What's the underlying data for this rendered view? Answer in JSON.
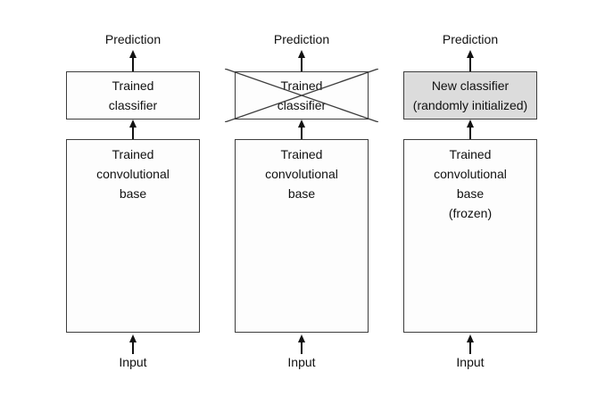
{
  "diagram": {
    "description": "Transfer learning with a pretrained convolutional base: swapping the trained classifier for a new randomly initialized classifier while keeping the convolutional base frozen",
    "columns": [
      {
        "prediction_label": "Prediction",
        "top_box": {
          "label_lines": [
            "Trained",
            "classifier"
          ],
          "crossed_out": false,
          "fill": "#fdfdfd"
        },
        "bottom_box": {
          "label_lines": [
            "Trained",
            "convolutional",
            "base"
          ]
        },
        "input_label": "Input"
      },
      {
        "prediction_label": "Prediction",
        "top_box": {
          "label_lines": [
            "Trained",
            "classifier"
          ],
          "crossed_out": true,
          "fill": "#fdfdfd"
        },
        "bottom_box": {
          "label_lines": [
            "Trained",
            "convolutional",
            "base"
          ]
        },
        "input_label": "Input"
      },
      {
        "prediction_label": "Prediction",
        "top_box": {
          "label_lines": [
            "New classifier",
            "(randomly initialized)"
          ],
          "crossed_out": false,
          "fill": "#dcdcdc"
        },
        "bottom_box": {
          "label_lines": [
            "Trained",
            "convolutional",
            "base",
            "(frozen)"
          ]
        },
        "input_label": "Input"
      }
    ],
    "colors": {
      "background": "#ffffff",
      "box_border": "#3d3d3d",
      "box_fill": "#fdfdfd",
      "highlight_fill": "#dcdcdc",
      "text": "#111111",
      "arrow": "#111111"
    }
  }
}
